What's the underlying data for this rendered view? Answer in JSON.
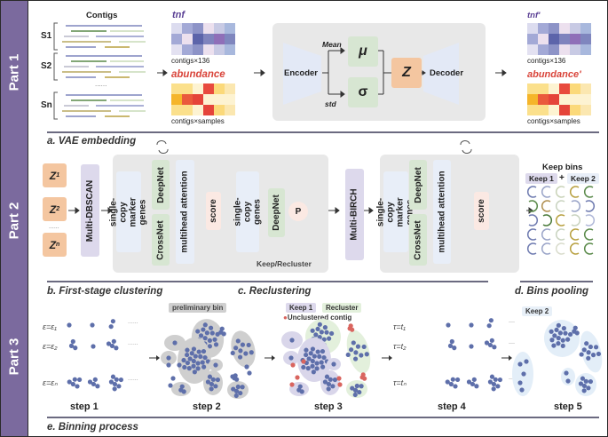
{
  "sidebar": {
    "parts": [
      "Part 1",
      "Part 2",
      "Part 3"
    ]
  },
  "part1": {
    "contigs_title": "Contigs",
    "samples": [
      "S1",
      "S2",
      "Sn"
    ],
    "samples_ellipsis": "......",
    "tnf_label": "tnf",
    "tnf_dim": "contigs×136",
    "abundance_label": "abundance",
    "abundance_dim": "contigs×samples",
    "encoder": "Encoder",
    "decoder": "Decoder",
    "mean_label": "Mean",
    "std_label": "std",
    "mu": "μ",
    "sigma": "σ",
    "z": "Z",
    "tnf_out_label": "tnf'",
    "tnf_out_dim": "contigs×136",
    "abundance_out_label": "abundance'",
    "abundance_out_dim": "contigs×samples",
    "section_title": "a. VAE embedding",
    "tnf_colors": [
      "#dcdcef",
      "#a3a9d6",
      "#8d93c7",
      "#ece0ee",
      "#c8cae4",
      "#a8b8dd",
      "#a3a9d6",
      "#ece0ee",
      "#5c64aa",
      "#7f83bd",
      "#8f6fb8",
      "#7f86be",
      "#e3e1f1",
      "#a3a9d6",
      "#8d93c7",
      "#ece0ee",
      "#c8cae4",
      "#a8b8dd"
    ],
    "abundance_colors": [
      "#fbe08c",
      "#fbe08c",
      "#fdf3d2",
      "#e84a3e",
      "#fbd97a",
      "#fbe7b0",
      "#f5b52a",
      "#ea5a3c",
      "#e5443a",
      "#fdf3d2",
      "#fdf3d2",
      "#fdf3d2",
      "#fbe08c",
      "#fbe08c",
      "#fdf3d2",
      "#e5443a",
      "#fbd97a",
      "#fbe7b0"
    ]
  },
  "part2": {
    "z_items": [
      {
        "base": "Z",
        "sub": "1"
      },
      {
        "base": "Z",
        "sub": "2"
      },
      {
        "base": "Z",
        "sub": "n"
      }
    ],
    "z_ellipsis": "......",
    "multi_dbscan": "Multi-DBSCAN",
    "scmg": "single-copy marker genes",
    "deepnet": "DeepNet",
    "crossnet": "CrossNet",
    "multihead": "multihead attention",
    "score": "score",
    "scg": "single-copy genes",
    "p": "P",
    "keep_recluster": "Keep/Recluster",
    "multi_birch": "Multi-BIRCH",
    "keep_bins_title": "Keep bins",
    "keep1": "Keep 1",
    "plus": "+",
    "keep2": "Keep 2",
    "section_b": "b. First-stage clustering",
    "section_c": "c. Reclustering",
    "section_d": "d. Bins pooling",
    "bin_colors": [
      [
        "#6f7bb0",
        "#9aa4c8",
        "#c9d3b8",
        "#b8a040",
        "#5a8a4a"
      ],
      [
        "#5a8a4a",
        "#b09050",
        "#c9d3c0",
        "#9aa4c8",
        "#6f7bb0"
      ],
      [
        "#6f7bb0",
        "#4a7a3a",
        "#b8a040",
        "#c9d3c0",
        "#b0b8d8"
      ],
      [
        "#6f7bb0",
        "#9aa4c8",
        "#c9d3c0",
        "#b8a040",
        "#5a8a4a"
      ],
      [
        "#6f7bb0",
        "#9aa4c8",
        "#d9dccc",
        "#b8a040",
        "#5a8a4a"
      ]
    ]
  },
  "part3": {
    "eps_labels": [
      "ε=ε₁",
      "ε=ε₂",
      "ε=εₙ"
    ],
    "tau_labels": [
      "τ=t₁",
      "τ=t₂",
      "τ=tₙ"
    ],
    "row_ellipsis": "......",
    "col_ellipsis": "...",
    "preliminary_bin": "preliminary bin",
    "keep1": "Keep 1",
    "recluster": "Recluster",
    "unclustered": "Unclustered contig",
    "keep2": "Keep 2",
    "steps": [
      "step 1",
      "step 2",
      "step 3",
      "step 4",
      "step 5"
    ],
    "section_title": "e. Binning process"
  },
  "colors": {
    "sidebar": "#7b6a9e",
    "dot": "#5e6faa",
    "red_dot": "#d9655f",
    "z_box": "#f4c6a0",
    "green_box": "#d7e6d2",
    "lavender_box": "#ddd9ec",
    "light_blue_box": "#e8eef8",
    "pink_box": "#fbe9e3",
    "panel": "#e8e8e8",
    "tnf_title": "#5a3f94",
    "abundance_title": "#d9443a"
  }
}
